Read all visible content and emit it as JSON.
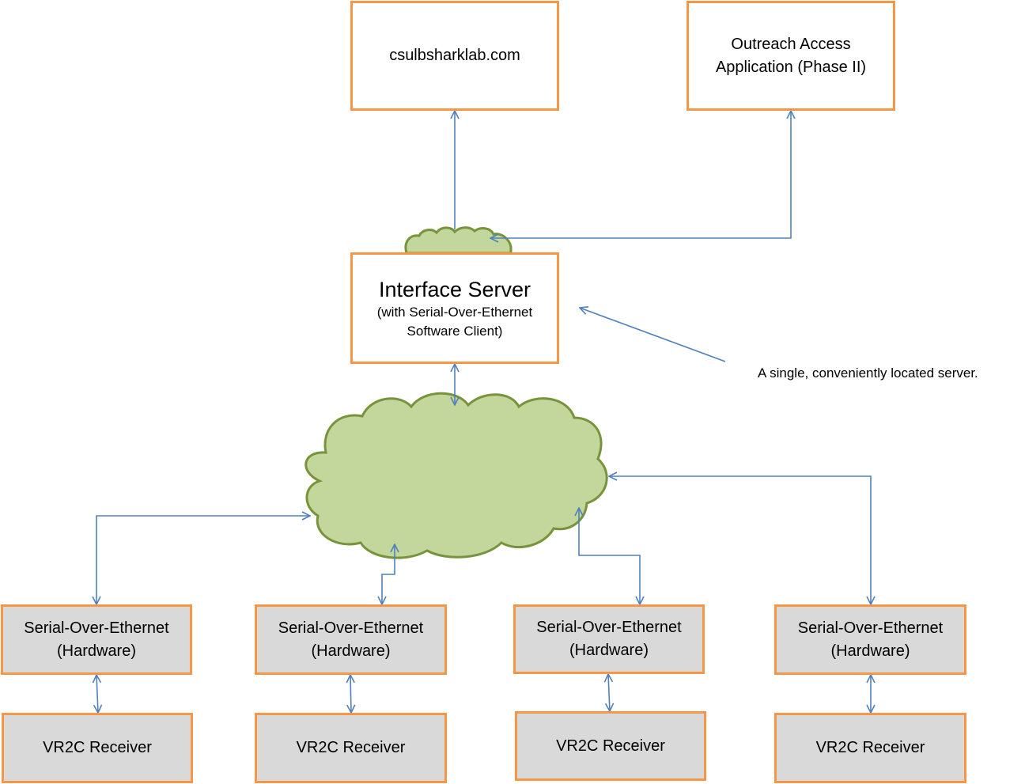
{
  "top_boxes": {
    "website": "csulbsharklab.com",
    "outreach_line1": "Outreach Access",
    "outreach_line2": "Application (Phase II)"
  },
  "server": {
    "title": "Interface Server",
    "subtitle_line1": "(with Serial-Over-Ethernet",
    "subtitle_line2": "Software Client)"
  },
  "annotation": "A single, conveniently located server.",
  "hardware_nodes": [
    {
      "line1": "Serial-Over-Ethernet",
      "line2": "(Hardware)",
      "receiver": "VR2C Receiver"
    },
    {
      "line1": "Serial-Over-Ethernet",
      "line2": "(Hardware)",
      "receiver": "VR2C Receiver"
    },
    {
      "line1": "Serial-Over-Ethernet",
      "line2": "(Hardware)",
      "receiver": "VR2C Receiver"
    },
    {
      "line1": "Serial-Over-Ethernet",
      "line2": "(Hardware)",
      "receiver": "VR2C Receiver"
    }
  ],
  "colors": {
    "box_border": "#f79646",
    "hardware_fill": "#d9d9d9",
    "cloud_fill": "#c3d69b",
    "cloud_stroke": "#77933c",
    "connector": "#4f81bd"
  }
}
